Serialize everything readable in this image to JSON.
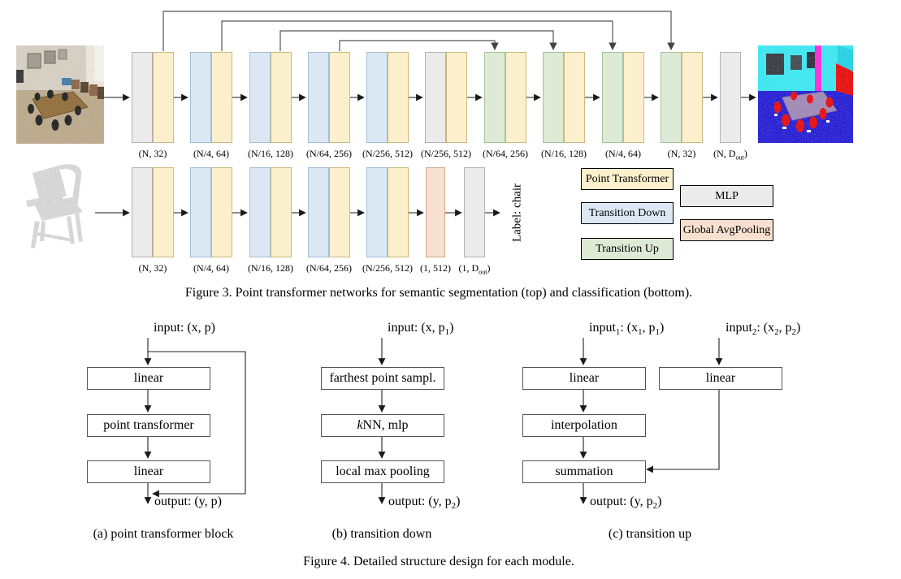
{
  "figure3": {
    "caption": "Figure 3. Point transformer networks for semantic segmentation (top) and classification (bottom).",
    "colors": {
      "point_transformer": "#fcf0cc",
      "transition_down": "#dbe8f4",
      "transition_up": "#dcead6",
      "mlp": "#ebebeb",
      "global_avgpooling": "#f8e0d0"
    },
    "segmentation": {
      "labels": [
        "(N, 32)",
        "(N/4, 64)",
        "(N/16, 128)",
        "(N/64, 256)",
        "(N/256, 512)",
        "(N/256, 512)",
        "(N/64, 256)",
        "(N/16, 128)",
        "(N/4, 64)",
        "(N, 32)"
      ],
      "out_label": [
        {
          "t": "(N, D"
        },
        {
          "t": "out",
          "sub": true
        },
        {
          "t": ")"
        }
      ]
    },
    "classification": {
      "labels": [
        "(N, 32)",
        "(N/4, 64)",
        "(N/16, 128)",
        "(N/64, 256)",
        "(N/256, 512)",
        "(1, 512)"
      ],
      "out_label": [
        {
          "t": "(1, D"
        },
        {
          "t": "out",
          "sub": true
        },
        {
          "t": ")"
        }
      ],
      "result_label": "Label: chair"
    },
    "legend": {
      "point_transformer": "Point Transformer",
      "transition_down": "Transition Down",
      "transition_up": "Transition Up",
      "mlp": "MLP",
      "global_avgpooling": "Global AvgPooling"
    }
  },
  "figure4": {
    "caption": "Figure 4. Detailed structure design for each module.",
    "block_a": {
      "input_label": "input: (x, p)",
      "box1": "linear",
      "box2": "point transformer",
      "box3": "linear",
      "output_label": "output: (y, p)",
      "caption": "(a) point transformer block"
    },
    "block_b": {
      "input_label": [
        {
          "t": "input: (x, p"
        },
        {
          "t": "1",
          "sub": true
        },
        {
          "t": ")"
        }
      ],
      "box1": "farthest point sampl.",
      "box2": [
        {
          "t": "k",
          "i": true
        },
        {
          "t": "NN, mlp"
        }
      ],
      "box3": "local max pooling",
      "output_label": [
        {
          "t": "output: (y, p"
        },
        {
          "t": "2",
          "sub": true
        },
        {
          "t": ")"
        }
      ],
      "caption": "(b) transition down"
    },
    "block_c": {
      "input1_label": [
        {
          "t": "input"
        },
        {
          "t": "1",
          "sub": true
        },
        {
          "t": ": (x"
        },
        {
          "t": "1",
          "sub": true
        },
        {
          "t": ", p"
        },
        {
          "t": "1",
          "sub": true
        },
        {
          "t": ")"
        }
      ],
      "input2_label": [
        {
          "t": "input"
        },
        {
          "t": "2",
          "sub": true
        },
        {
          "t": ": (x"
        },
        {
          "t": "2",
          "sub": true
        },
        {
          "t": ", p"
        },
        {
          "t": "2",
          "sub": true
        },
        {
          "t": ")"
        }
      ],
      "left_box1": "linear",
      "left_box2": "interpolation",
      "left_box3": "summation",
      "right_box1": "linear",
      "output_label": [
        {
          "t": "output: (y, p"
        },
        {
          "t": "2",
          "sub": true
        },
        {
          "t": ")"
        }
      ],
      "caption": "(c) transition up"
    }
  }
}
